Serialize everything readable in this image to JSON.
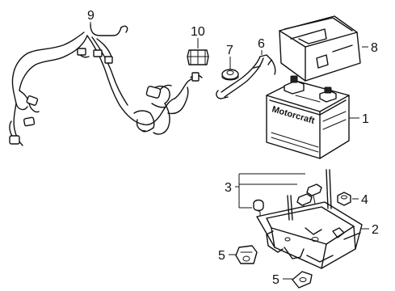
{
  "callouts": {
    "c1": "1",
    "c2": "2",
    "c3": "3",
    "c4": "4",
    "c5a": "5",
    "c5b": "5",
    "c6": "6",
    "c7": "7",
    "c8": "8",
    "c9": "9",
    "c10": "10"
  },
  "battery": {
    "brand": "Motorcraft"
  },
  "colors": {
    "line": "#111111",
    "background": "#ffffff"
  }
}
